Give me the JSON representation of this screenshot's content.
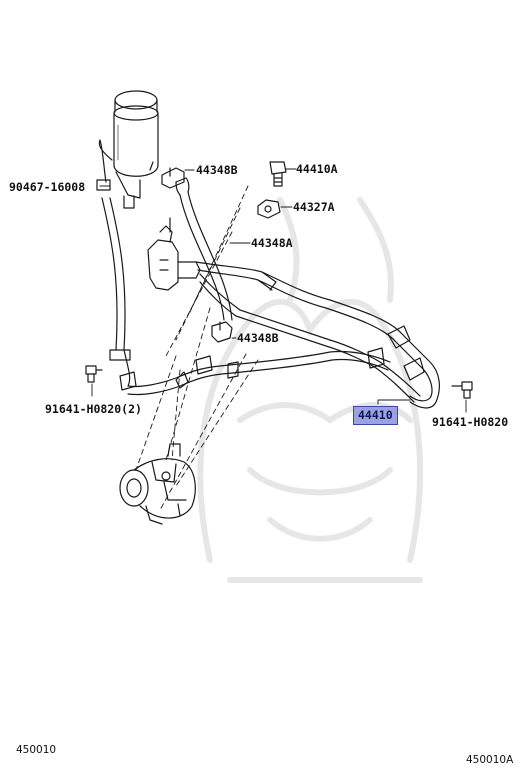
{
  "diagram": {
    "labels": {
      "p44348b_top": "44348B",
      "p44410a": "44410A",
      "p90467": "90467-16008",
      "p44327a": "44327A",
      "p44348a": "44348A",
      "p44348b_mid": "44348B",
      "p91641_left": "91641-H0820(2)",
      "p44410": "44410",
      "p91641_right": "91641-H0820"
    },
    "footer": {
      "code_left": "450010",
      "code_right": "450010A"
    },
    "colors": {
      "line": "#1a1a1a",
      "highlight": "#9aa3dd",
      "highlight_border": "#3b45a8",
      "watermark": "#e4e4e4"
    }
  }
}
